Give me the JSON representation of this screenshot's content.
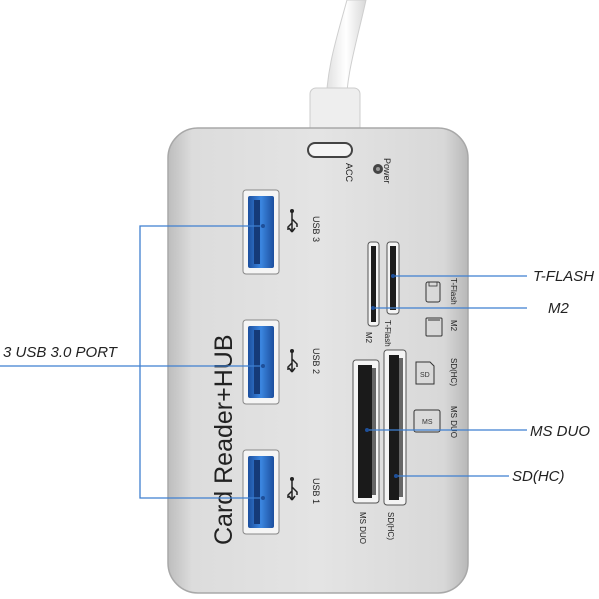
{
  "device": {
    "title": "Card Reader+HUB",
    "acc_label": "ACC",
    "power_label": "Power",
    "ports": [
      {
        "label": "USB 3"
      },
      {
        "label": "USB 2"
      },
      {
        "label": "USB 1"
      }
    ],
    "slots": {
      "m2": "M2",
      "tflash": "T-Flash",
      "msduo": "MS DUO",
      "sdhc": "SD(HC)"
    },
    "legend": {
      "tflash": "T-Flash",
      "m2": "M2",
      "sd": "SD(HC)",
      "ms": "MS DUO",
      "sd_icon": "SD",
      "ms_icon": "MS"
    }
  },
  "callouts": {
    "usb_ports": "3 USB 3.0 PORT",
    "tflash": "T-FLASH",
    "m2": "M2",
    "msduo": "MS DUO",
    "sdhc": "SD(HC)"
  },
  "colors": {
    "usb_blue": "#2f72c9",
    "callout_line": "#3f7fd0",
    "body": "#d6d6d6"
  }
}
